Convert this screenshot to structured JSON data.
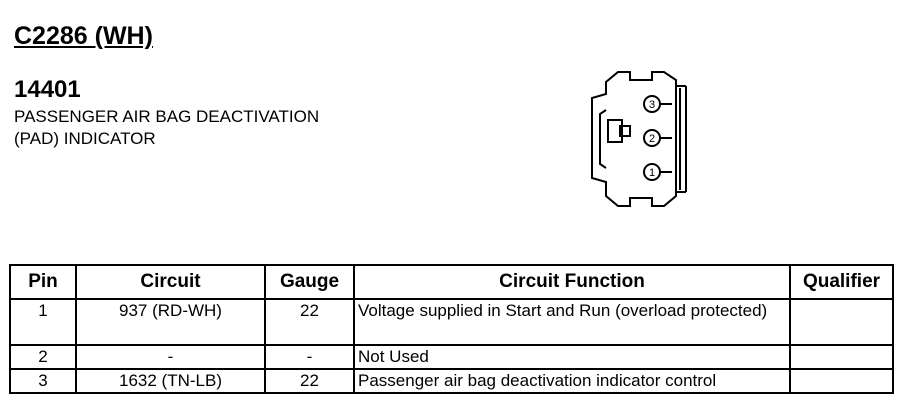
{
  "header": {
    "connector_id": "C2286 (WH)",
    "part_number": "14401",
    "description_lines": [
      "PASSENGER AIR BAG DEACTIVATION",
      "(PAD) INDICATOR"
    ]
  },
  "connector": {
    "pin_labels": [
      "3",
      "2",
      "1"
    ]
  },
  "table": {
    "headers": {
      "pin": "Pin",
      "circuit": "Circuit",
      "gauge": "Gauge",
      "function": "Circuit Function",
      "qualifier": "Qualifier"
    },
    "rows": [
      {
        "pin": "1",
        "circuit": "937 (RD-WH)",
        "gauge": "22",
        "function": "Voltage supplied in Start and Run (overload protected)",
        "qualifier": ""
      },
      {
        "pin": "2",
        "circuit": "-",
        "gauge": "-",
        "function": "Not Used",
        "qualifier": ""
      },
      {
        "pin": "3",
        "circuit": "1632 (TN-LB)",
        "gauge": "22",
        "function": "Passenger air bag deactivation indicator control",
        "qualifier": ""
      }
    ]
  }
}
